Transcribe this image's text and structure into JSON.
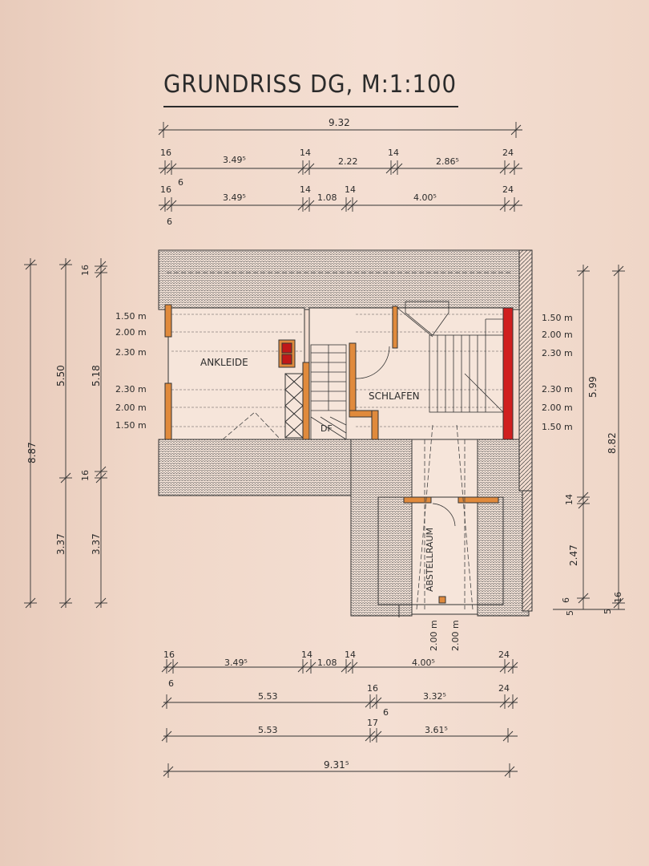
{
  "title": "GRUNDRISS DG, M:1:100",
  "rooms": {
    "ankleide": "ANKLEIDE",
    "schlafen": "SCHLAFEN",
    "abstellraum": "ABSTELLRAUM",
    "df": "DF"
  },
  "top_dims": {
    "overall": "9.32",
    "row2": [
      "16",
      "3.49⁵",
      "14",
      "2.22",
      "14",
      "2.86⁵",
      "24"
    ],
    "row3": [
      "16",
      "6",
      "3.49⁵",
      "14",
      "1.08",
      "14",
      "4.00⁵",
      "24",
      "6"
    ]
  },
  "bottom_dims": {
    "row1": [
      "16",
      "3.49⁵",
      "14",
      "1.08",
      "14",
      "4.00⁵",
      "24",
      "6"
    ],
    "row2": [
      "5.53",
      "16",
      "3.32⁵",
      "24",
      "6"
    ],
    "row3": [
      "5.53",
      "17",
      "3.61⁵"
    ],
    "overall": "9.31⁵"
  },
  "left_dims": {
    "overall": "8.87",
    "upper": "5.50",
    "upper_inner": "5.18",
    "top_small": "16",
    "mid_small": "16",
    "lower": "3.37",
    "lower_inner": "3.37"
  },
  "right_dims": {
    "upper": "5.99",
    "overall": "8.82",
    "mid_small": "14",
    "lower": "2.47",
    "bottom": [
      "6",
      "16",
      "5",
      "5"
    ]
  },
  "heights_left": [
    "1.50 m",
    "2.00 m",
    "2.30 m",
    "2.30 m",
    "2.00 m",
    "1.50 m"
  ],
  "heights_right": [
    "1.50 m",
    "2.00 m",
    "2.30 m",
    "2.30 m",
    "2.00 m",
    "1.50 m"
  ],
  "heights_bottom": [
    "2.00 m",
    "2.00 m"
  ],
  "colors": {
    "chimney": "#d01f1f",
    "beam": "#e08a3c",
    "paper": "#f2dccf"
  }
}
